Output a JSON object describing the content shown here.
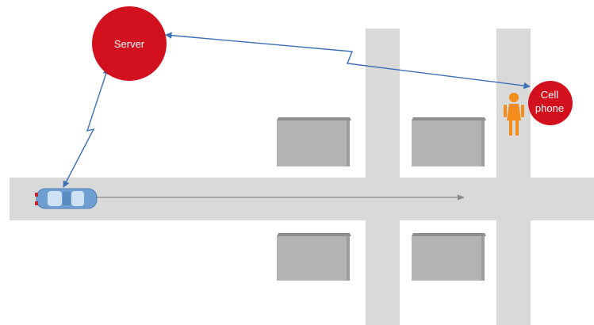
{
  "nodes": {
    "server": {
      "label": "Server"
    },
    "cellphone": {
      "label_line1": "Cell",
      "label_line2": "phone"
    }
  },
  "colors": {
    "background": "#ffffff",
    "road": "#d9d9d9",
    "building_face": "#b3b3b3",
    "building_top": "#8f8f8f",
    "node_red": "#d2101e",
    "link_blue": "#3b6fb6",
    "car_body": "#6f9fd2",
    "car_window": "#cfe1f3",
    "person_orange": "#f28c1c",
    "path_arrow": "#8a8a8a"
  }
}
